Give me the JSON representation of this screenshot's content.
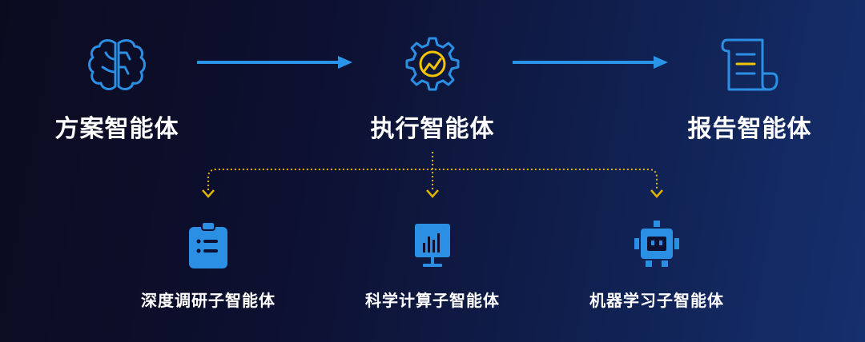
{
  "nodes": {
    "plan": {
      "label": "方案智能体",
      "icon": "brain-icon"
    },
    "exec": {
      "label": "执行智能体",
      "icon": "gear-chart-icon"
    },
    "report": {
      "label": "报告智能体",
      "icon": "scroll-document-icon"
    }
  },
  "subagents": [
    {
      "label": "深度调研子智能体",
      "icon": "clipboard-list-icon"
    },
    {
      "label": "科学计算子智能体",
      "icon": "monitor-chart-icon"
    },
    {
      "label": "机器学习子智能体",
      "icon": "robot-icon"
    }
  ],
  "colors": {
    "accent_blue": "#2b8fe3",
    "accent_yellow": "#f5c400",
    "arrow_blue": "#2a95e8",
    "connector_yellow": "#e0b300"
  }
}
